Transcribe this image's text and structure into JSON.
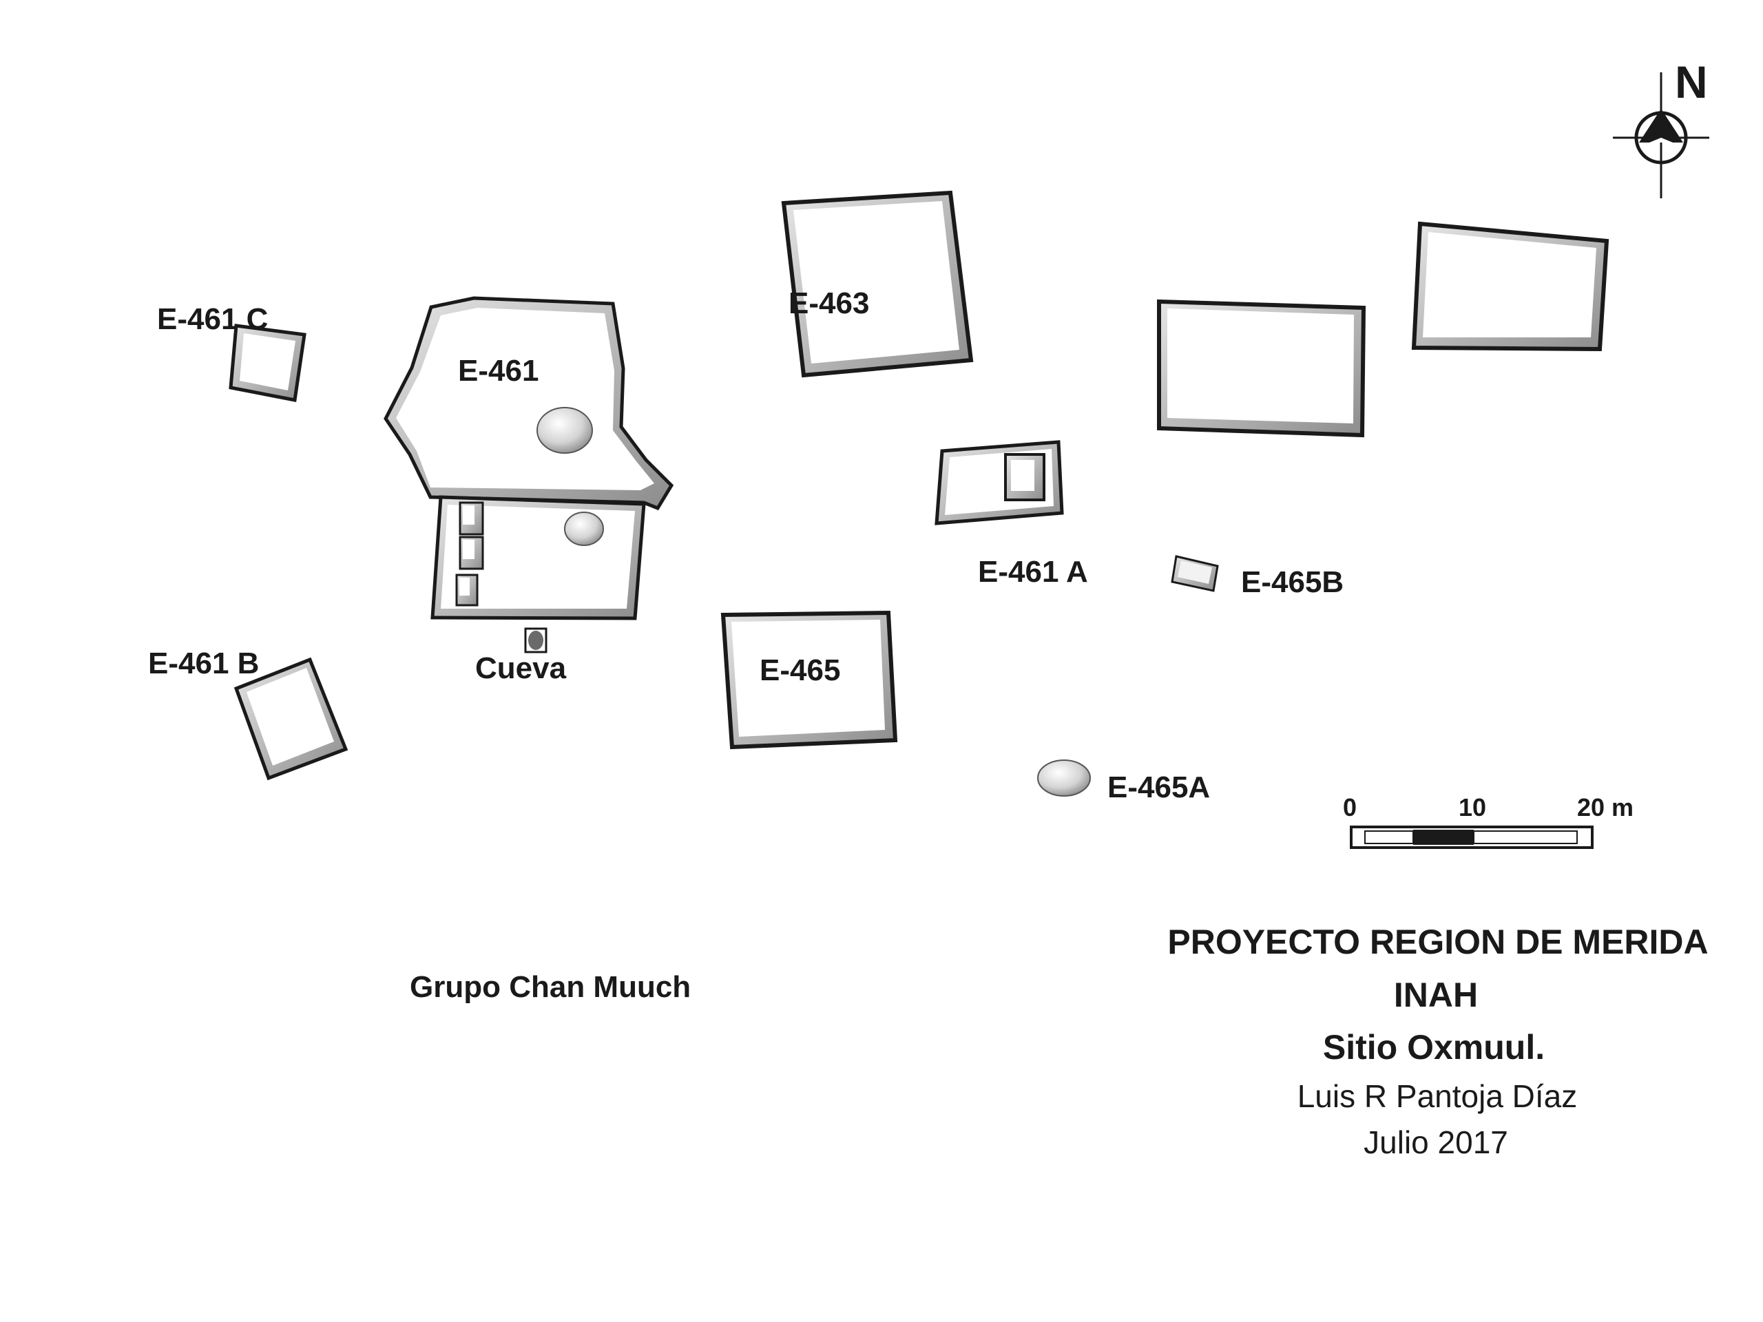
{
  "labels": {
    "e461": "E-461",
    "e461a": "E-461 A",
    "e461b": "E-461 B",
    "e461c": "E-461 C",
    "e463": "E-463",
    "e465": "E-465",
    "e465a": "E-465A",
    "e465b": "E-465B",
    "cueva": "Cueva",
    "group": "Grupo Chan Muuch"
  },
  "north": "N",
  "scale_bar": {
    "ticks": [
      "0",
      "10",
      "20 m"
    ]
  },
  "title_block": {
    "line1": "PROYECTO REGION DE MERIDA",
    "line2": "INAH",
    "line3": "Sitio Oxmuul.",
    "line4": "Luis R Pantoja Díaz",
    "line5": "Julio 2017"
  },
  "colors": {
    "structure_fill": "#ffffff",
    "structure_shadow": "#9a9a9a",
    "outline": "#1a1a1a",
    "text": "#1a1a1a"
  }
}
